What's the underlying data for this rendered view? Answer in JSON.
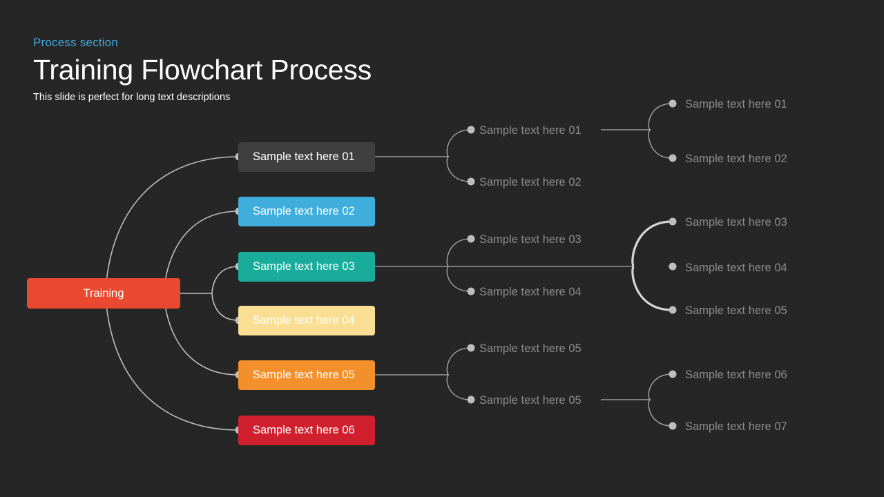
{
  "slide": {
    "background_color": "#262626",
    "eyebrow": "Process section",
    "title": "Training Flowchart Process",
    "subtitle": "This slide is perfect for long text descriptions",
    "accent_color": "#3FA9DC"
  },
  "diagram": {
    "root": {
      "label": "Training",
      "color": "#E9492E",
      "text_color": "#FFFFFF"
    },
    "branches": [
      {
        "label": "Sample text here 01",
        "color": "#3F3F3F",
        "text_color": "#FFFFFF"
      },
      {
        "label": "Sample text here 02",
        "color": "#3FAEDC",
        "text_color": "#FFFFFF"
      },
      {
        "label": "Sample text here 03",
        "color": "#19AC9B",
        "text_color": "#FFFFFF"
      },
      {
        "label": "Sample text here 04",
        "color": "#F9DE94",
        "text_color": "#FFFFFF"
      },
      {
        "label": "Sample text here 05",
        "color": "#F4902B",
        "text_color": "#FFFFFF"
      },
      {
        "label": "Sample text here 06",
        "color": "#D0202E",
        "text_color": "#FFFFFF"
      }
    ],
    "column3": [
      {
        "label": "Sample text here 01"
      },
      {
        "label": "Sample text here 02"
      },
      {
        "label": "Sample text here 03"
      },
      {
        "label": "Sample text here 04"
      },
      {
        "label": "Sample text here 05"
      },
      {
        "label": "Sample text here 05"
      }
    ],
    "column4": [
      {
        "label": "Sample text here 01"
      },
      {
        "label": "Sample text here 02"
      },
      {
        "label": "Sample text here 03"
      },
      {
        "label": "Sample text here 04"
      },
      {
        "label": "Sample text here 05"
      },
      {
        "label": "Sample text here 06"
      },
      {
        "label": "Sample text here 07"
      }
    ],
    "connector_color": "#BFBFBF",
    "leaf_text_color": "#8C8C8C"
  }
}
